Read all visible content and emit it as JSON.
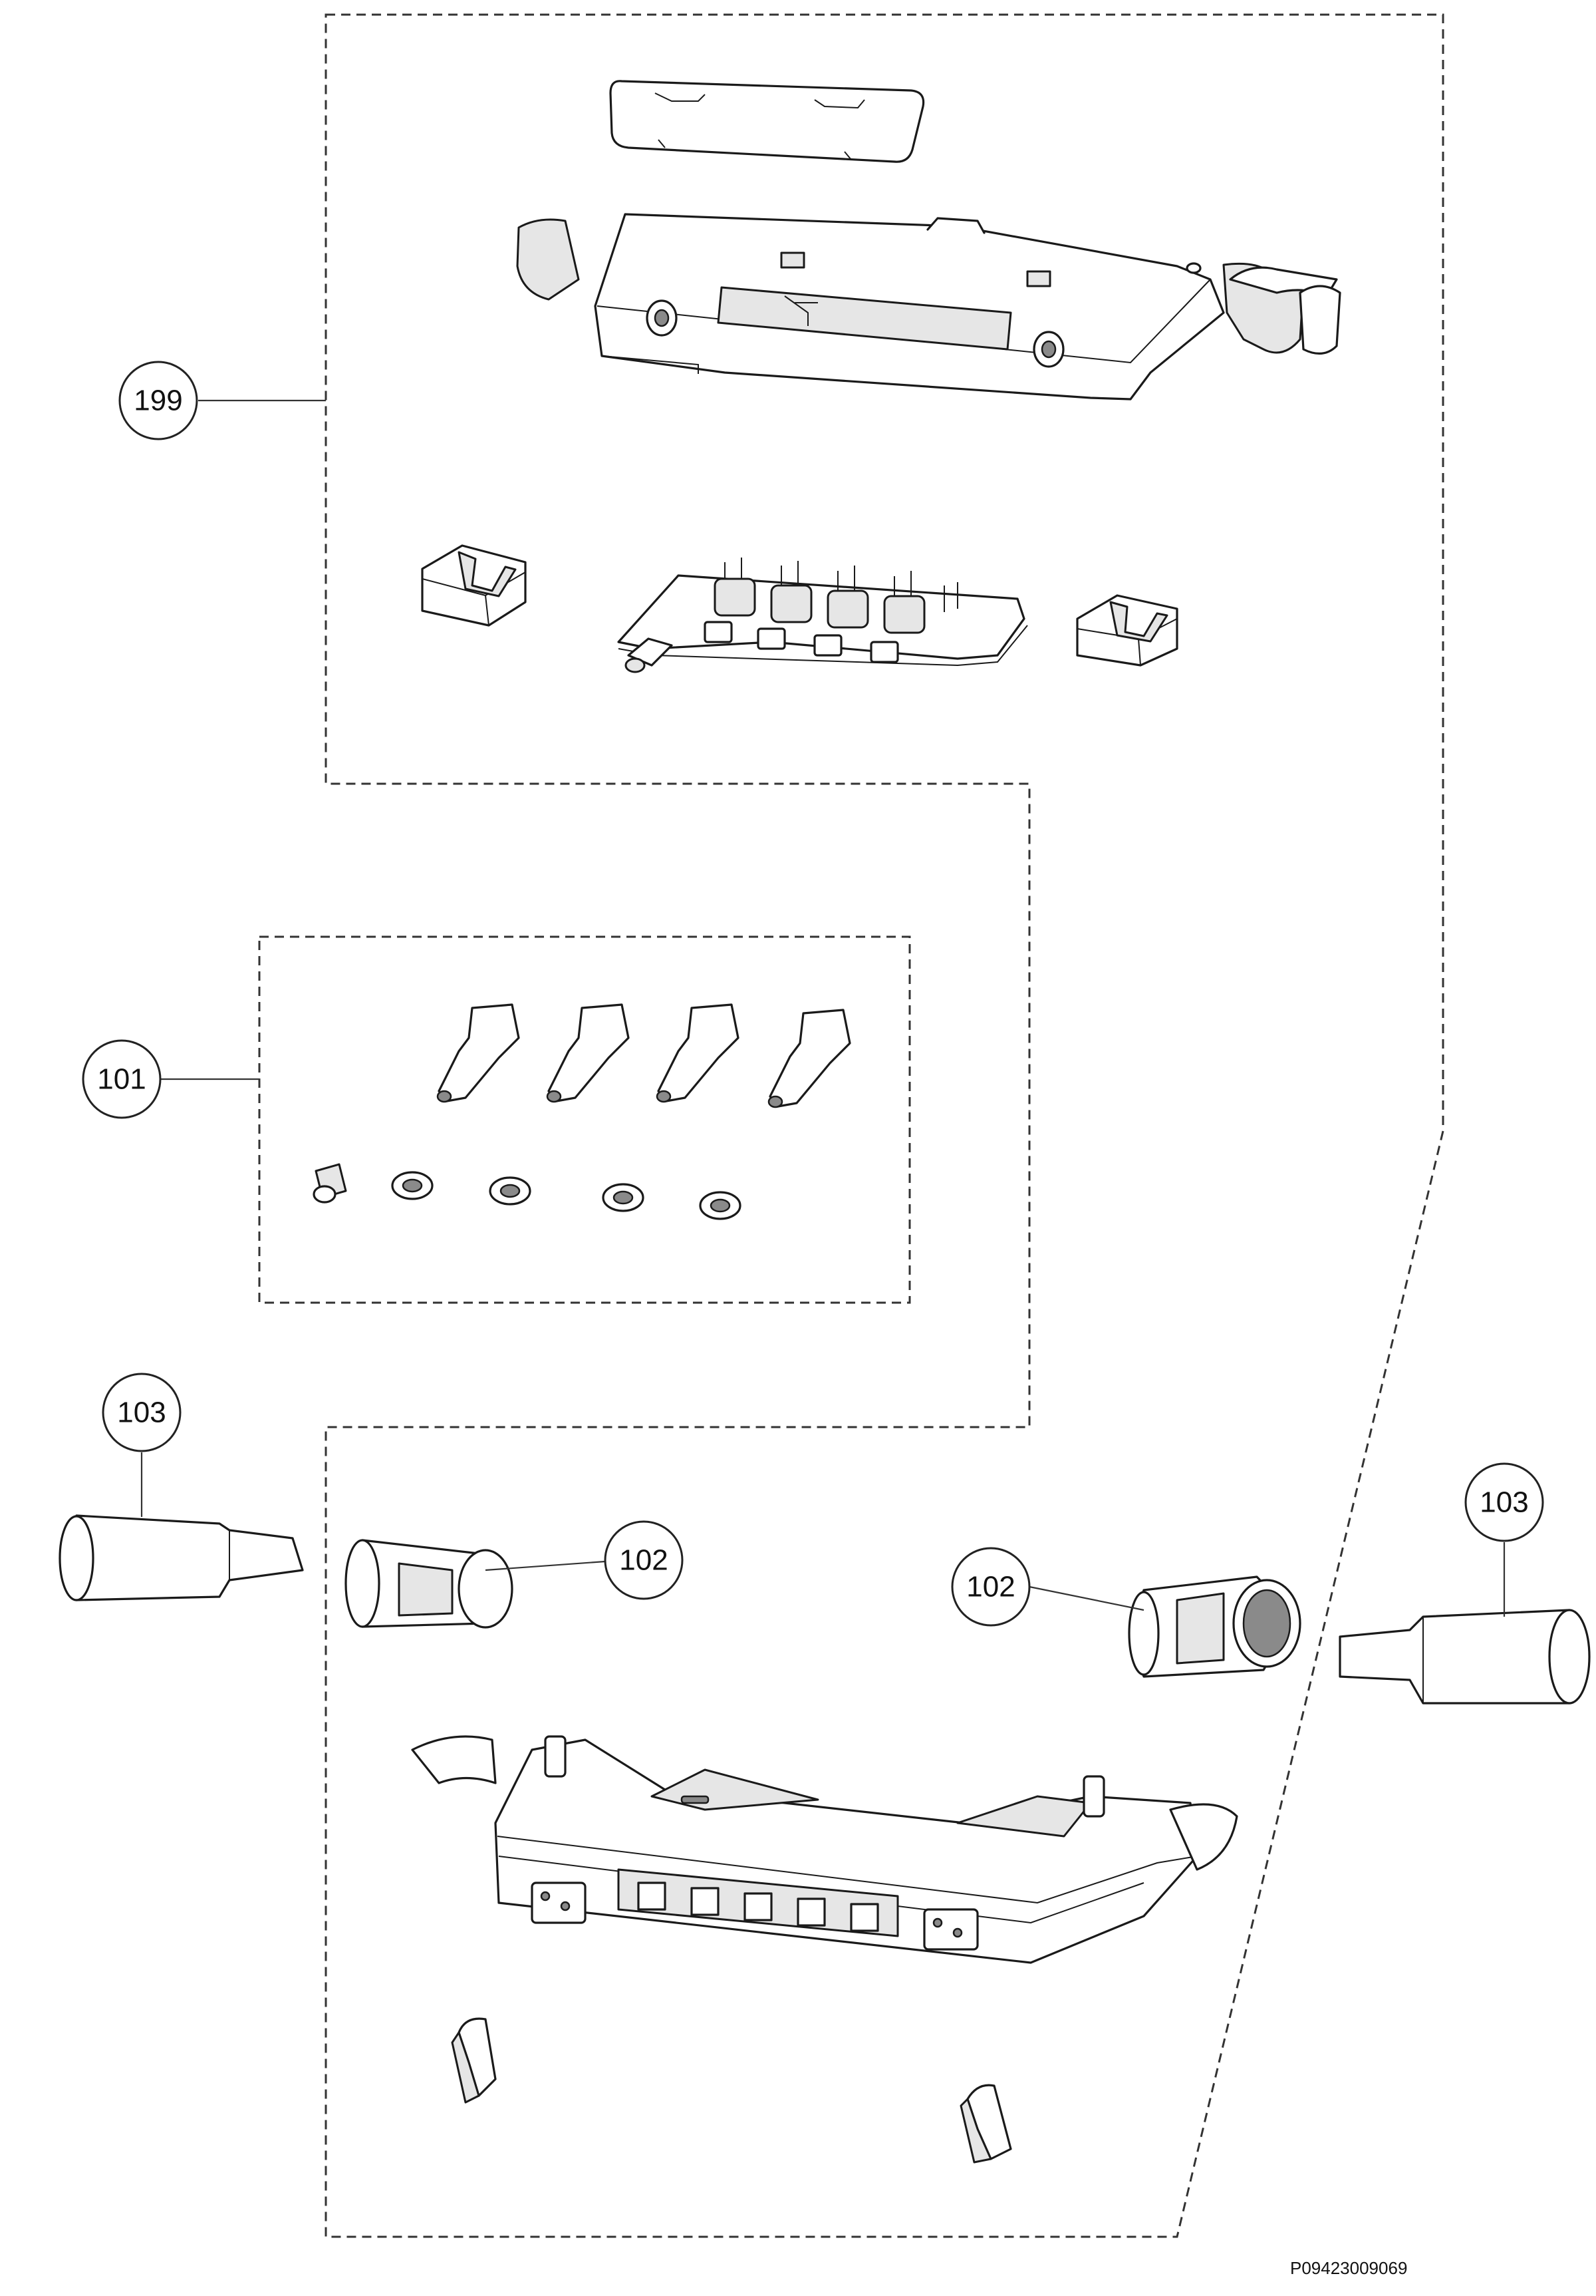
{
  "callouts": {
    "c199": "199",
    "c101": "101",
    "c103_left": "103",
    "c103_right": "103",
    "c102_left": "102",
    "c102_right": "102"
  },
  "drawing_number": "P09423009069"
}
